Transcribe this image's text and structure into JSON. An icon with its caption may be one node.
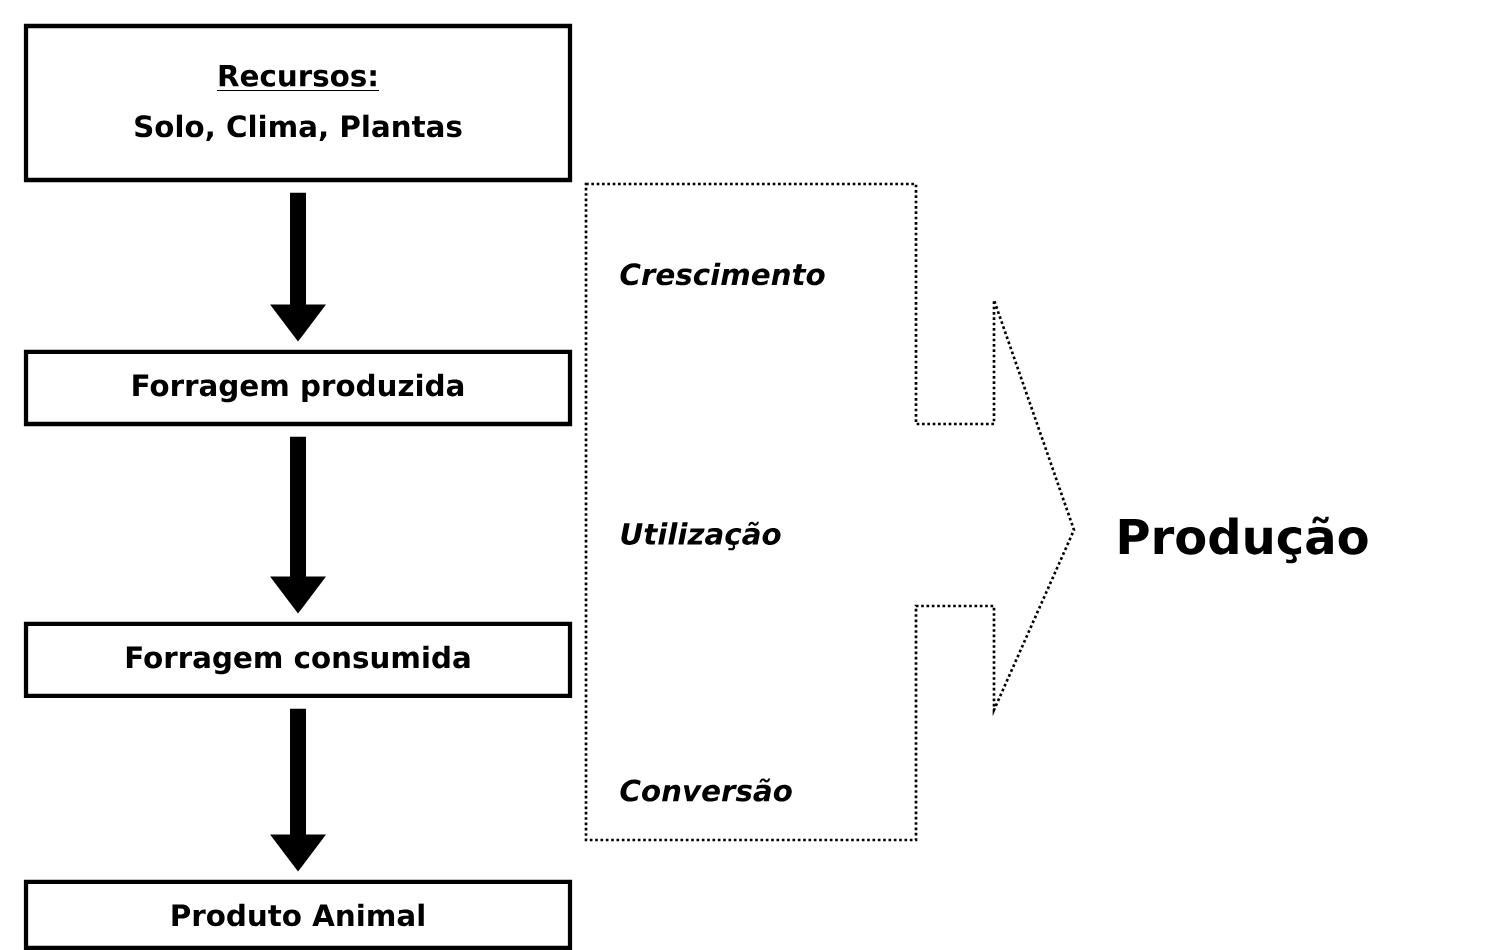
{
  "diagram": {
    "nodes": [
      {
        "text": [
          "Recursos:",
          "Solo, Clima, Plantas"
        ]
      },
      {
        "text": [
          "Forragem produzida"
        ]
      },
      {
        "text": [
          "Forragem consumida"
        ]
      },
      {
        "text": [
          "Produto Animal"
        ]
      },
      {
        "text": [
          "Crescimento",
          "Utilização",
          "Conversão"
        ]
      }
    ],
    "edges": [
      {
        "from": 0,
        "to": 1,
        "arrow": "to"
      },
      {
        "from": 1,
        "to": 2,
        "arrow": "to"
      },
      {
        "from": 2,
        "to": 3,
        "arrow": "to"
      }
    ],
    "labels": [
      "Produção"
    ]
  }
}
